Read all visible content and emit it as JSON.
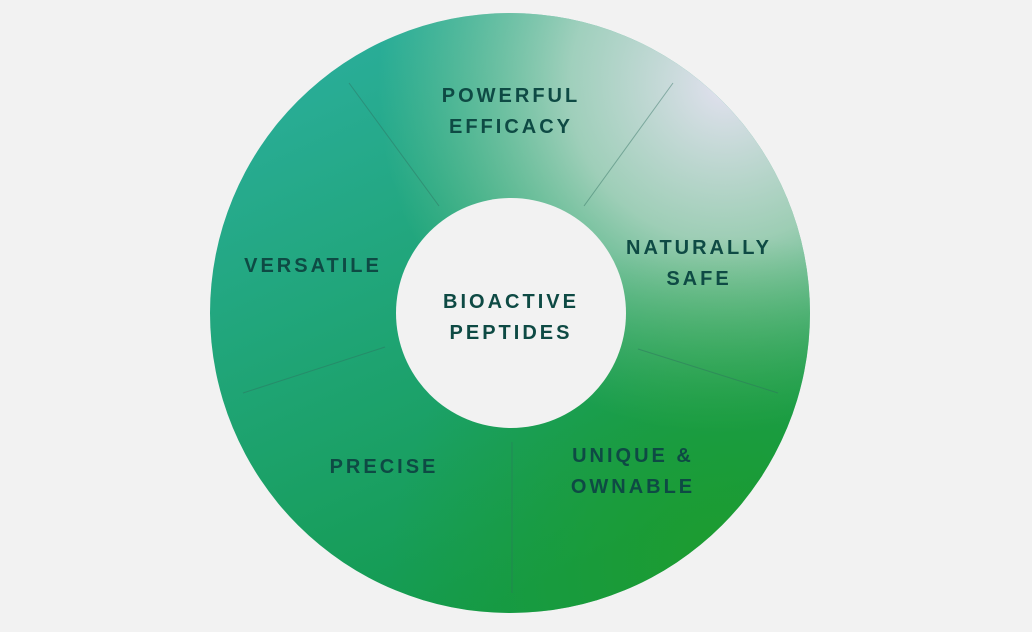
{
  "diagram": {
    "center": {
      "line1": "BIOACTIVE",
      "line2": "PEPTIDES"
    },
    "segments": [
      {
        "line1": "POWERFUL",
        "line2": "EFFICACY"
      },
      {
        "line1": "NATURALLY",
        "line2": "SAFE"
      },
      {
        "line1": "UNIQUE &",
        "line2": "OWNABLE"
      },
      {
        "line1": "PRECISE",
        "line2": ""
      },
      {
        "line1": "VERSATILE",
        "line2": ""
      }
    ],
    "colors": {
      "background": "#f2f2f2",
      "text": "#0e4a44",
      "gradient_teal": "#23a79a",
      "gradient_green": "#1f9a3a",
      "gradient_light": "#e2e0ee",
      "divider": "#2f6f5f"
    }
  }
}
